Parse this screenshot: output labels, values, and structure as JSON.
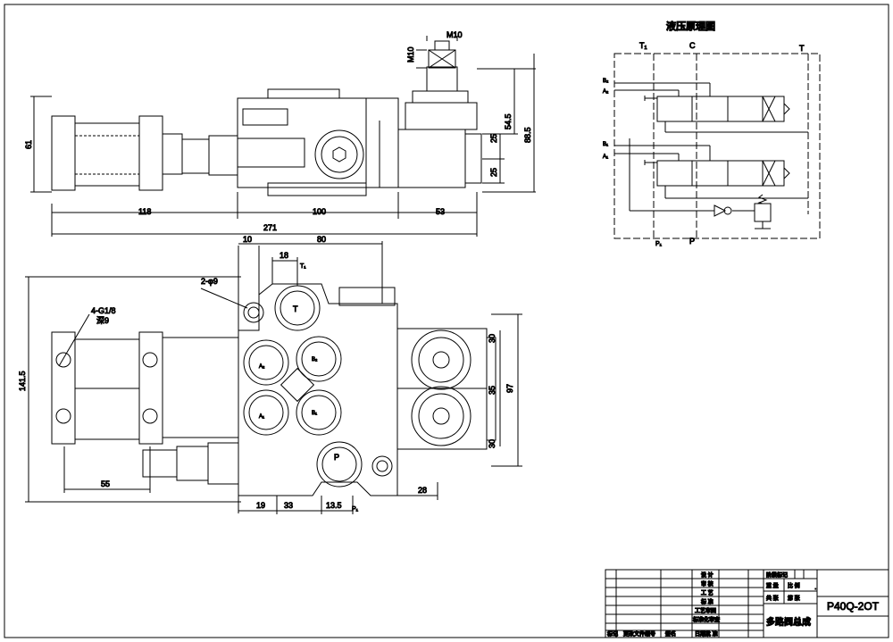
{
  "schematic": {
    "title": "液压原理图",
    "ports": {
      "t1": "T₁",
      "c": "C",
      "t": "T",
      "b2": "B₂",
      "a2": "A₂",
      "b1": "B₁",
      "a1": "A₁",
      "p1": "P₁",
      "p": "P"
    }
  },
  "front_view": {
    "dims": {
      "m10_top": "M10",
      "m10_side": "M10",
      "d54_5": "54.5",
      "d88_5": "88.5",
      "d25a": "25",
      "d25b": "25",
      "d61": "61",
      "d118": "118",
      "d100": "100",
      "d53": "53",
      "d271": "271"
    }
  },
  "plan_view": {
    "dims": {
      "d10": "10",
      "d80": "80",
      "d18": "18",
      "hole2": "2-φ9",
      "thread": "4-G1/8",
      "depth": "深9",
      "d141_5": "141.5",
      "d30a": "30",
      "d35": "35",
      "d30b": "30",
      "d97": "97",
      "d55": "55",
      "d28": "28",
      "d19": "19",
      "d33": "33",
      "d13_5": "13.5"
    },
    "ports": {
      "t": "T",
      "t1": "T₁",
      "a2": "A₂",
      "b2": "B₂",
      "a1": "A₁",
      "b1": "B₁",
      "p": "P",
      "p1": "P₁"
    }
  },
  "title_block": {
    "product_name": "多路阀总成",
    "model": "P40Q-2OT",
    "dot": ".",
    "cells": {
      "r1": "设 计",
      "r2": "审 核",
      "r3": "工 艺",
      "r4": "标 准",
      "r5": "工艺审图",
      "r6": "标准化审查",
      "b1": "标记",
      "b2": "更改文件编号",
      "b3": "签名",
      "b4": "日期",
      "b5": "批 准",
      "stage": "阶段标记",
      "weight": "重 量",
      "ratio": "比 例",
      "sheet": "共 张",
      "sheetb": "第 张"
    }
  }
}
